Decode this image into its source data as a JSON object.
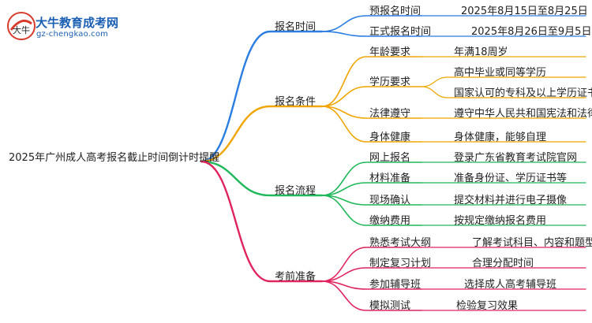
{
  "logo": {
    "title": "大牛教育成考网",
    "url": "gz-chengkao.com",
    "mark_text": "大牛"
  },
  "root": "2025年广州成人高考报名截止时间倒计时提醒",
  "branches": [
    {
      "label": "报名时间",
      "color": "#2a7de1",
      "children": [
        {
          "label": "预报名时间",
          "detail": "2025年8月15日至8月25日"
        },
        {
          "label": "正式报名时间",
          "detail": "2025年8月26日至9月5日"
        }
      ]
    },
    {
      "label": "报名条件",
      "color": "#f0a500",
      "children": [
        {
          "label": "年龄要求",
          "detail": "年满18周岁"
        },
        {
          "label": "学历要求",
          "details": [
            "高中毕业或同等学历",
            "国家认可的专科及以上学历证书"
          ]
        },
        {
          "label": "法律遵守",
          "detail": "遵守中华人民共和国宪法和法律"
        },
        {
          "label": "身体健康",
          "detail": "身体健康，能够自理"
        }
      ]
    },
    {
      "label": "报名流程",
      "color": "#1fb85a",
      "children": [
        {
          "label": "网上报名",
          "detail": "登录广东省教育考试院官网"
        },
        {
          "label": "材料准备",
          "detail": "准备身份证、学历证书等"
        },
        {
          "label": "现场确认",
          "detail": "提交材料并进行电子摄像"
        },
        {
          "label": "缴纳费用",
          "detail": "按规定缴纳报名费用"
        }
      ]
    },
    {
      "label": "考前准备",
      "color": "#e0245e",
      "children": [
        {
          "label": "熟悉考试大纲",
          "detail": "了解考试科目、内容和题型"
        },
        {
          "label": "制定复习计划",
          "detail": "合理分配时间"
        },
        {
          "label": "参加辅导班",
          "detail": "选择成人高考辅导班"
        },
        {
          "label": "模拟测试",
          "detail": "检验复习效果"
        }
      ]
    }
  ]
}
